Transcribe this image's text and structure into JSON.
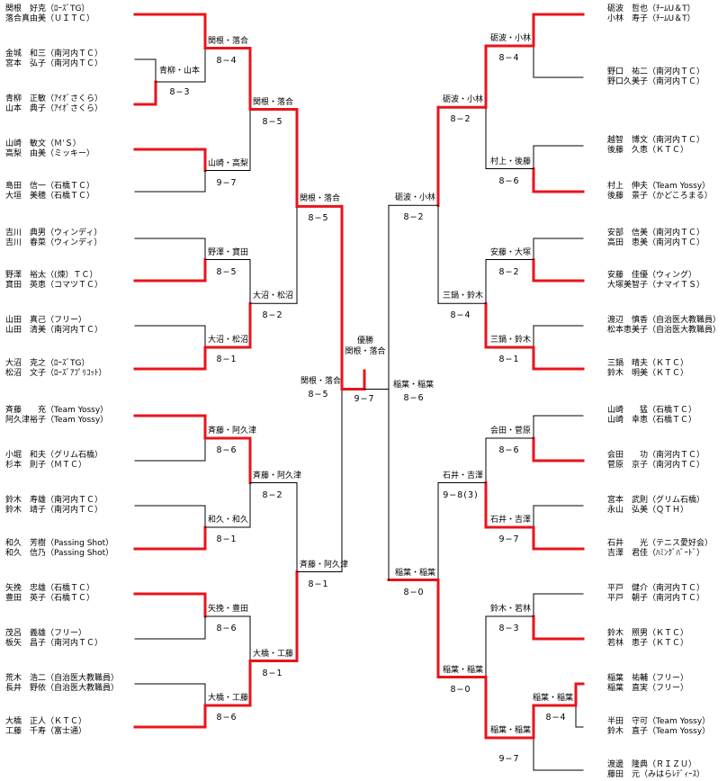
{
  "colors": {
    "winner_line": "#e8141c",
    "line": "#000000",
    "text": "#000000"
  },
  "champion": {
    "title": "優勝",
    "pair": "関根・落合"
  },
  "teams": {
    "left": [
      [
        "関根　好克（ﾛｰｽﾞTG）",
        "落合真由美（ＵＩＴＣ）"
      ],
      [
        "金城　和三（南河内ＴＣ）",
        "宮本　弘子（南河内ＴＣ）"
      ],
      [
        "青柳　正敏（ｱｲｵﾞさくら）",
        "山本　典子（ｱｲｵﾞさくら）"
      ],
      [
        "山崎　敏文（Ｍ’Ｓ）",
        "高梨　由美（ミッキー）"
      ],
      [
        "島田　信一（石橋ＴＣ）",
        "大垣　美穂（石橋ＴＣ）"
      ],
      [
        "吉川　典男（ウィンディ）",
        "吉川　春菜（ウィンディ）"
      ],
      [
        "野澤　裕太（(煉）ＴＣ）",
        "寶田　英恵（コマツＴＣ）"
      ],
      [
        "山田　真己（フリー）",
        "山田　清美（南河内ＴＣ）"
      ],
      [
        "大沼　克之（ﾛｰｽﾞTG）",
        "松沼　文子（ﾛｰｽﾞｱﾌﾟﾘｺｯﾄ）"
      ],
      [
        "斉藤　　充（Team Yossy）",
        "阿久津裕子（Team Yossy）"
      ],
      [
        "小堀　和夫（グリム石橋）",
        "杉本　則子（ＭＴＣ）"
      ],
      [
        "鈴木　寿雄（南河内ＴＣ）",
        "鈴木　靖子（南河内ＴＣ）"
      ],
      [
        "和久　芳樹（Passing Shot）",
        "和久　信乃（Passing Shot）"
      ],
      [
        "矢挽　忠雄（石橋ＴＣ）",
        "豊田　英子（石橋ＴＣ）"
      ],
      [
        "茂呂　義雄（フリー）",
        "板矢　昌子（南河内ＴＣ）"
      ],
      [
        "荒木　浩二（自治医大教職員）",
        "長井　野依（自治医大教職員）"
      ],
      [
        "大橋　正人（ＫＴＣ）",
        "工藤　千寿（富士通）"
      ]
    ],
    "right": [
      [
        "砺波　哲也（ﾁｰﾑU＆T）",
        "小林　寿子（ﾁｰﾑU＆T）"
      ],
      [
        "野口　祐二（南河内ＴＣ）",
        "野口久美子（南河内ＴＣ）"
      ],
      [
        "越智　博文（南河内ＴＣ）",
        "後藤　久恵（ＫＴＣ）"
      ],
      [
        "村上　伸夫（Team Yossy）",
        "後藤　景子（かどころまる）"
      ],
      [
        "安部　信美（南河内ＴＣ）",
        "高田　恵美（南河内ＴＣ）"
      ],
      [
        "安藤　佳優（ウィング）",
        "大塚美智子（ナマイＴＳ）"
      ],
      [
        "渡辺　慎香（自治医大教職員）",
        "松本恵美子（自治医大教職員）"
      ],
      [
        "三鍋　晴夫（ＫＴＣ）",
        "鈴木　明美（ＫＴＣ）"
      ],
      [
        "山崎　　猛（石橋ＴＣ）",
        "山崎　幸恵（石橋ＴＣ）"
      ],
      [
        "会田　　功（南河内ＴＣ）",
        "菅原　京子（南河内ＴＣ）"
      ],
      [
        "宮本　武則（グリム石橋）",
        "永山　弘美（ＱＴＨ）"
      ],
      [
        "石井　　光（テニス愛好会）",
        "吉澤　君佳（ﾊﾐﾝｸﾞﾊﾞｰﾄﾞ）"
      ],
      [
        "平戸　健介（南河内ＴＣ）",
        "平戸　朝子（南河内ＴＣ）"
      ],
      [
        "鈴木　照男（ＫＴＣ）",
        "若林　恵子（ＫＴＣ）"
      ],
      [
        "稲葉　祐輔（フリー）",
        "稲葉　直実（フリー）"
      ],
      [
        "半田　守可（Team Yossy）",
        "鈴木　直子（Team Yossy）"
      ],
      [
        "渡邊　隆典（ＲＩＺＵ）",
        "藤田　元（みはらﾚﾃﾞｨｰｽ）"
      ]
    ]
  },
  "left_rounds": {
    "r1": [
      {
        "winner": "青柳・山本",
        "score": "8−3"
      }
    ],
    "r2": [
      {
        "winner": "関根・落合",
        "score": "8−4"
      },
      {
        "winner": "山崎・高梨",
        "score": "9−7"
      },
      {
        "winner": "野澤・寶田",
        "score": "8−5"
      },
      {
        "winner": "大沼・松沼",
        "score": "8−1"
      },
      {
        "winner": "斉藤・阿久津",
        "score": "8−6"
      },
      {
        "winner": "和久・和久",
        "score": "8−1"
      },
      {
        "winner": "矢挽・豊田",
        "score": "8−6"
      },
      {
        "winner": "大橋・工藤",
        "score": "8−6"
      }
    ],
    "r3": [
      {
        "winner": "関根・落合",
        "score": "8−5"
      },
      {
        "winner": "大沼・松沼",
        "score": "8−2"
      },
      {
        "winner": "斉藤・阿久津",
        "score": "8−2"
      },
      {
        "winner": "大橋・工藤",
        "score": "8−1"
      }
    ],
    "r4": [
      {
        "winner": "関根・落合",
        "score": "8−5"
      },
      {
        "winner": "斉藤・阿久津",
        "score": "8−1"
      }
    ],
    "sf": {
      "winner": "関根・落合",
      "score": "8−5"
    }
  },
  "right_rounds": {
    "r1": [
      {
        "winner": "稲葉・稲葉",
        "score": "8−4"
      }
    ],
    "r2": [
      {
        "winner": "砺波・小林",
        "score": "8−4"
      },
      {
        "winner": "村上・後藤",
        "score": "8−6"
      },
      {
        "winner": "安藤・大塚",
        "score": "8−2"
      },
      {
        "winner": "三鍋・鈴木",
        "score": "8−1"
      },
      {
        "winner": "会田・菅原",
        "score": "8−6"
      },
      {
        "winner": "石井・吉澤",
        "score": "9−7"
      },
      {
        "winner": "鈴木・若林",
        "score": "8−3"
      },
      {
        "winner": "稲葉・稲葉",
        "score": "9−7"
      }
    ],
    "r3": [
      {
        "winner": "砺波・小林",
        "score": "8−2"
      },
      {
        "winner": "三鍋・鈴木",
        "score": "8−4"
      },
      {
        "winner": "石井・吉澤",
        "score": "9−8(3)"
      },
      {
        "winner": "稲葉・稲葉",
        "score": "8−0"
      }
    ],
    "r4": [
      {
        "winner": "砺波・小林",
        "score": "8−2"
      },
      {
        "winner": "稲葉・稲葉",
        "score": "8−0"
      }
    ],
    "sf": {
      "winner": "稲葉・稲葉",
      "score": "8−6"
    }
  },
  "final": {
    "score": "9−7"
  }
}
